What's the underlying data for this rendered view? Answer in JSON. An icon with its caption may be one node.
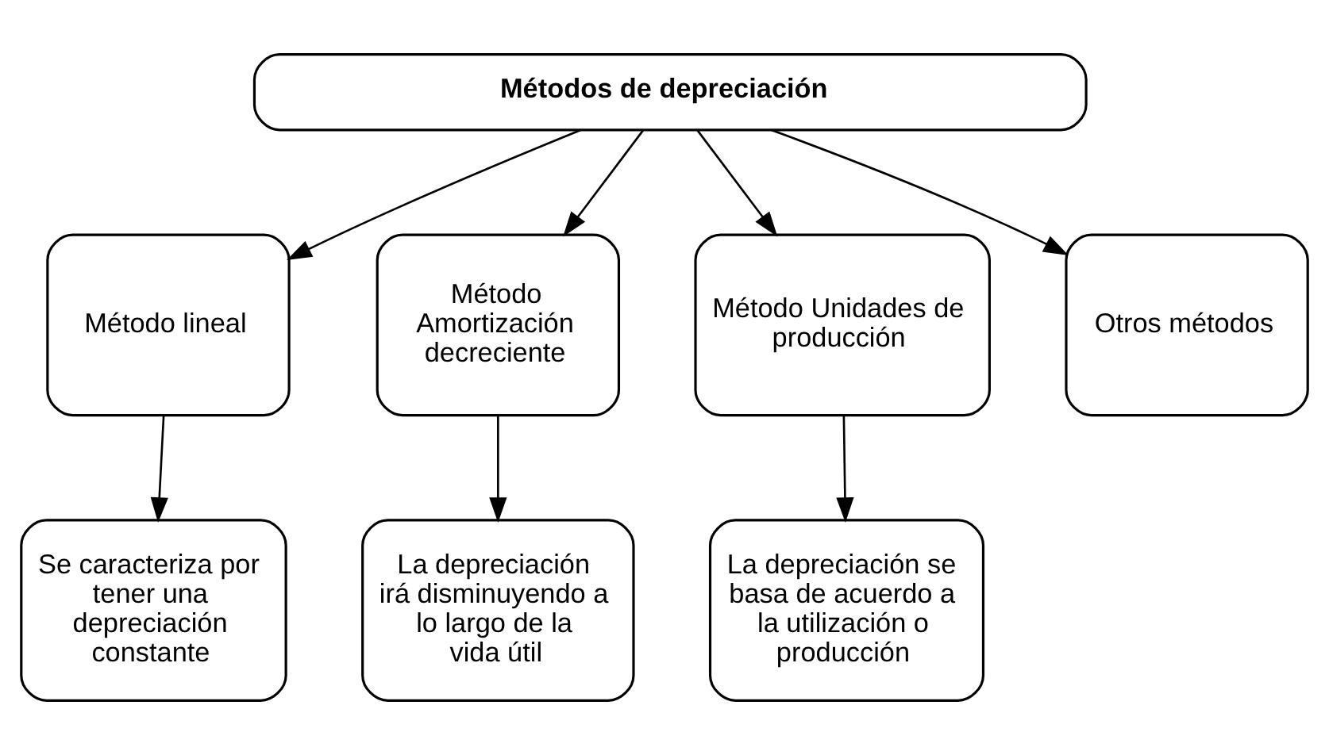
{
  "diagram": {
    "nodes": [
      {
        "text": [
          "Métodos de depreciación"
        ]
      },
      {
        "text": [
          "Método lineal"
        ]
      },
      {
        "text": [
          "Método Amortización decreciente"
        ]
      },
      {
        "text": [
          "Método Unidades de producción"
        ]
      },
      {
        "text": [
          "Otros métodos"
        ]
      },
      {
        "text": [
          "Se caracteriza por tener una depreciación constante"
        ]
      },
      {
        "text": [
          "La depreciación irá disminuyendo a lo largo de la vida útil"
        ]
      },
      {
        "text": [
          "La depreciación se basa de acuerdo a la utilización o producción"
        ]
      }
    ],
    "edges": [
      {
        "from": 0,
        "to": 1,
        "arrow": "to"
      },
      {
        "from": 0,
        "to": 2,
        "arrow": "to"
      },
      {
        "from": 0,
        "to": 3,
        "arrow": "to"
      },
      {
        "from": 0,
        "to": 4,
        "arrow": "to"
      },
      {
        "from": 1,
        "to": 5,
        "arrow": "to"
      },
      {
        "from": 2,
        "to": 6,
        "arrow": "to"
      },
      {
        "from": 3,
        "to": 7,
        "arrow": "to"
      }
    ]
  }
}
